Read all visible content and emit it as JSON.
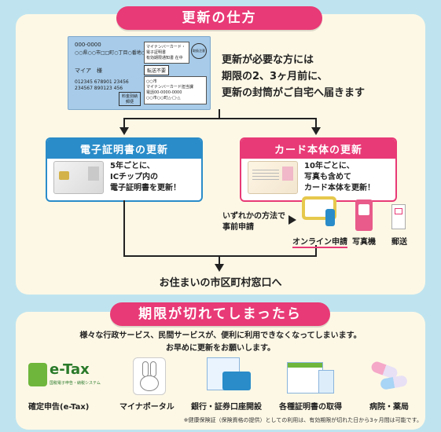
{
  "colors": {
    "pink": "#e83a76",
    "blue": "#2a8cc9",
    "bg": "#bfe4ef",
    "panel": "#fdf8e6"
  },
  "top": {
    "title": "更新の仕方",
    "card": {
      "no": "000-0000",
      "addr": "○○県○○市□□町○丁目○番地○○号",
      "name_label": "マイア　様",
      "num1": "012345 678901 23456",
      "num2": "234567 890123 456",
      "header1": "マイナンバーカード・",
      "header2": "電子証明書",
      "header3": "有効期限通知書 在中",
      "stamp": "転送不要",
      "sender1": "○○市",
      "sender2": "マイナンバーカード担当課",
      "sender3": "電話00-0000-0000",
      "sender4": "○○市○○町△-□-△",
      "corner": "料金別納郵便",
      "side": "取扱注意"
    },
    "desc_lines": [
      "更新が必要な方には",
      "期限の2、3ヶ月前に、",
      "更新の封筒がご自宅へ届きます"
    ],
    "left_box": {
      "title": "電子証明書の更新",
      "lines": [
        "5年ごとに、",
        "ICチップ内の",
        "電子証明書を更新！"
      ]
    },
    "right_box": {
      "title": "カード本体の更新",
      "lines": [
        "10年ごとに、",
        "写真も含めて",
        "カード本体を更新！"
      ]
    },
    "methods_text_lines": [
      "いずれかの方法で",
      "事前申請"
    ],
    "methods": [
      "オンライン申請",
      "写真機",
      "郵送"
    ],
    "destination": "お住まいの市区町村窓口へ"
  },
  "bottom": {
    "title": "期限が切れてしまったら",
    "desc_lines": [
      "様々な行政サービス、民間サービスが、便利に利用できなくなってしまいます。",
      "お早めに更新をお願いします。"
    ],
    "etax_logo": "e-Tax",
    "etax_sub": "国税電子申告・納税システム",
    "items": [
      "確定申告(e-Tax)",
      "マイナポータル",
      "銀行・証券口座開設",
      "各種証明書の取得",
      "病院・薬局"
    ],
    "note": "※健康保険証（保険資格の提供）としての利用は、有効期限が切れた日から3ヶ月間は可能です。"
  }
}
